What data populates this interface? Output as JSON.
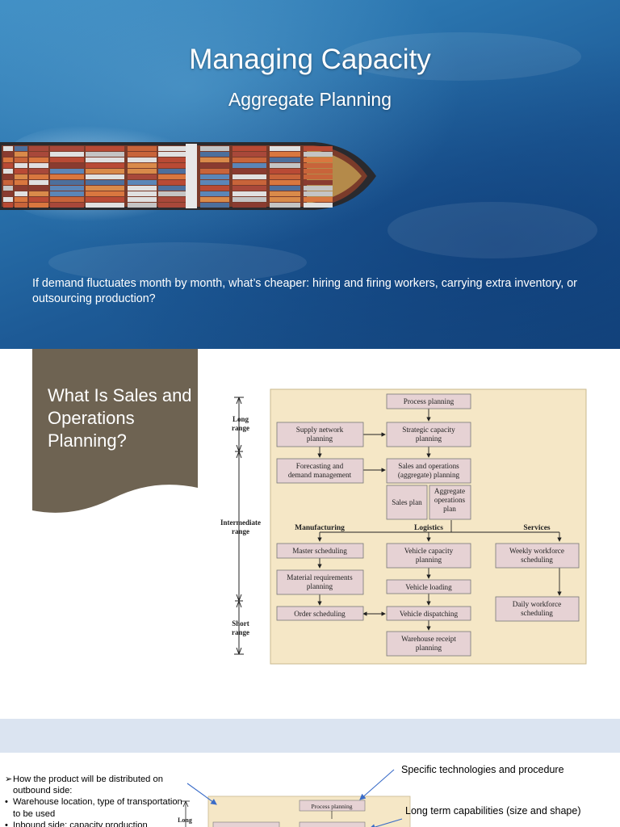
{
  "slide1": {
    "title": "Managing Capacity",
    "subtitle": "Aggregate Planning",
    "question": "If demand fluctuates month by month, what’s cheaper: hiring and firing workers, carrying extra inventory, or outsourcing production?"
  },
  "slide2": {
    "heading": "What Is Sales and Operations Planning?",
    "time_labels": {
      "long": [
        "Long",
        "range"
      ],
      "intermediate": [
        "Intermediate",
        "range"
      ],
      "short": [
        "Short",
        "range"
      ]
    },
    "boxes": {
      "process_planning": [
        "Process planning"
      ],
      "supply_network": [
        "Supply network",
        "planning"
      ],
      "strategic_capacity": [
        "Strategic capacity",
        "planning"
      ],
      "forecasting": [
        "Forecasting and",
        "demand management"
      ],
      "sop": [
        "Sales and operations",
        "(aggregate) planning"
      ],
      "sales_plan": [
        "Sales plan"
      ],
      "aggregate_ops": [
        "Aggregate",
        "operations",
        "plan"
      ],
      "master_scheduling": [
        "Master scheduling"
      ],
      "mrp": [
        "Material requirements",
        "planning"
      ],
      "order_scheduling": [
        "Order scheduling"
      ],
      "vehicle_capacity": [
        "Vehicle capacity",
        "planning"
      ],
      "vehicle_loading": [
        "Vehicle loading"
      ],
      "vehicle_dispatching": [
        "Vehicle dispatching"
      ],
      "warehouse_receipt": [
        "Warehouse receipt",
        "planning"
      ],
      "weekly_workforce": [
        "Weekly workforce",
        "scheduling"
      ],
      "daily_workforce": [
        "Daily workforce",
        "scheduling"
      ]
    },
    "columns": {
      "manufacturing": "Manufacturing",
      "logistics": "Logistics",
      "services": "Services"
    },
    "colors": {
      "panel": "#f5e7c6",
      "box": "#e6d2d4",
      "tab": "#6e6352"
    }
  },
  "slide3": {
    "bullets": [
      {
        "marker": "➢",
        "text": "How the product will be distributed on outbound side:"
      },
      {
        "marker": "•",
        "text": "Warehouse location, type of transportation to be used"
      },
      {
        "marker": "•",
        "text": "Inbound side: capacity production"
      }
    ],
    "annotation_1": "Specific technologies and procedure",
    "annotation_2": "Long term capabilities (size and shape)",
    "mini_labels": {
      "process_planning": "Process planning",
      "long": "Long"
    },
    "colors": {
      "band": "#dbe4f1",
      "arrow": "#3a6cc8"
    }
  }
}
